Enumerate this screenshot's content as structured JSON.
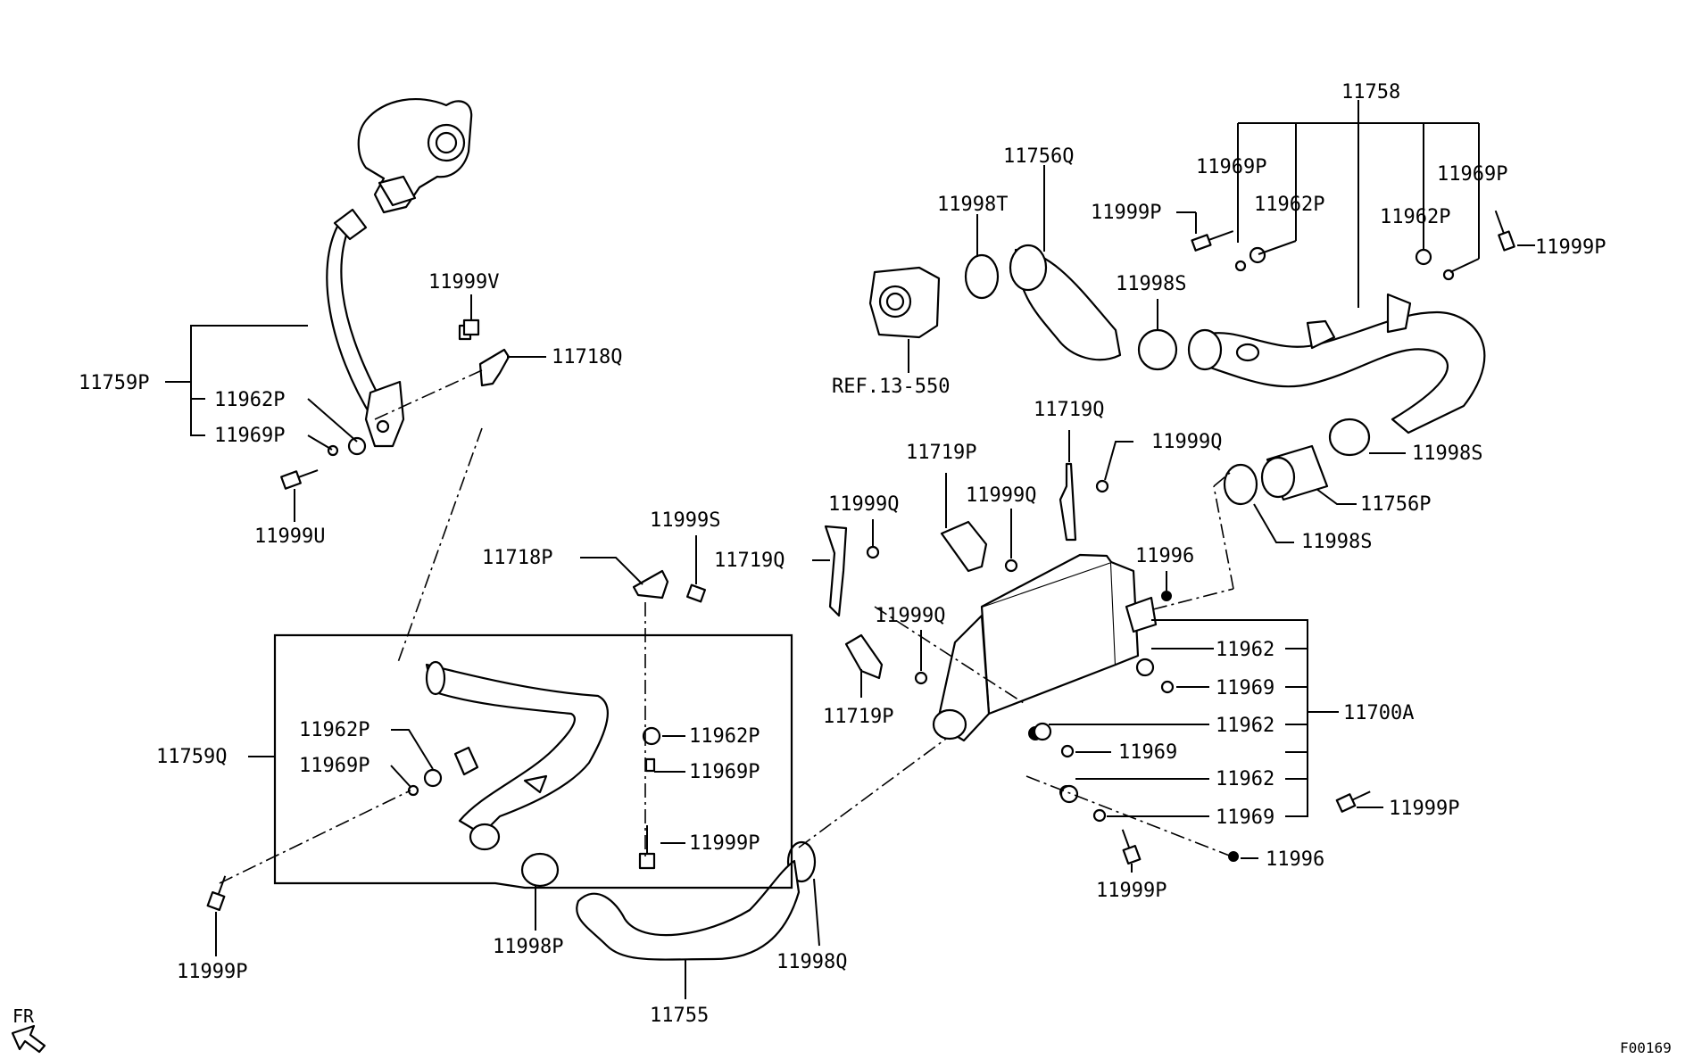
{
  "labels": {
    "p11758": "11758",
    "p11756q": "11756Q",
    "p11998t": "11998T",
    "p11969p_a": "11969P",
    "p11969p_b": "11969P",
    "p11962p_a": "11962P",
    "p11962p_b": "11962P",
    "p11999p_a": "11999P",
    "p11999p_b": "11999P",
    "p11998s_a": "11998S",
    "p11998s_b": "11998S",
    "p11998s_c": "11998S",
    "ref13550": "REF.13-550",
    "p11999v": "11999V",
    "p11718q": "11718Q",
    "p11759p": "11759P",
    "p11962p_c": "11962P",
    "p11969p_c": "11969P",
    "p11999u": "11999U",
    "p11719q_a": "11719Q",
    "p11999q_a": "11999Q",
    "p11719p_a": "11719P",
    "p11999q_b": "11999Q",
    "p11756p": "11756P",
    "p11999s": "11999S",
    "p11718p": "11718P",
    "p11999q_c": "11999Q",
    "p11719q_b": "11719Q",
    "p11996_a": "11996",
    "p11999q_d": "11999Q",
    "p11719p_b": "11719P",
    "p11962_a": "11962",
    "p11969_a": "11969",
    "p11700a": "11700A",
    "p11962_b": "11962",
    "p11969_b": "11969",
    "p11962_c": "11962",
    "p11969_c": "11969",
    "p11999p_c": "11999P",
    "p11996_b": "11996",
    "p11999p_d": "11999P",
    "p11759q": "11759Q",
    "p11962p_d": "11962P",
    "p11969p_d": "11969P",
    "p11962p_e": "11962P",
    "p11969p_e": "11969P",
    "p11999p_e": "11999P",
    "p11998p": "11998P",
    "p11998q": "11998Q",
    "p11755": "11755",
    "p11999p_f": "11999P",
    "fr": "FR",
    "figure_code": "F00169"
  }
}
